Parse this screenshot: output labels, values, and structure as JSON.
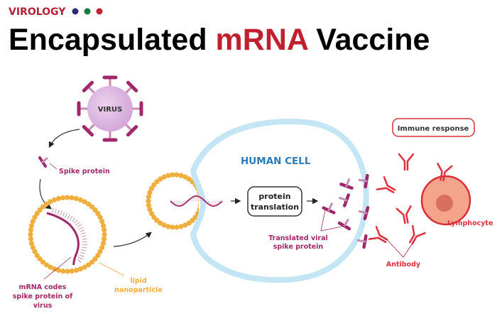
{
  "header": {
    "category": "VIROLOGY",
    "title_part1": "Encapsulated ",
    "title_highlight": "mRNA",
    "title_part2": " Vaccine"
  },
  "colors": {
    "brand_red": "#b8203a",
    "dot_navy": "#2d2a78",
    "dot_green": "#17793b",
    "dot_red": "#c8202e",
    "spike_purple": "#a0286a",
    "lipid_orange": "#f0ae3c",
    "cell_blue": "#c3e5f4",
    "cell_label_blue": "#2b7bb6",
    "antibody_red": "#e0303e"
  },
  "diagram": {
    "virus_label": "VIRUS",
    "spike_protein_label": "Spike protein",
    "mrna_label": [
      "mRNA codes",
      "spike protein of",
      "virus"
    ],
    "lipid_label": [
      "lipid",
      "nanoparticle"
    ],
    "human_cell_label": "HUMAN CELL",
    "protein_translation_label": [
      "protein",
      "translation"
    ],
    "translated_label": [
      "Translated viral",
      "spike protein"
    ],
    "immune_response_label": "Immune response",
    "lymphocyte_label": "Lymphocyte",
    "antibody_label": "Antibody"
  }
}
